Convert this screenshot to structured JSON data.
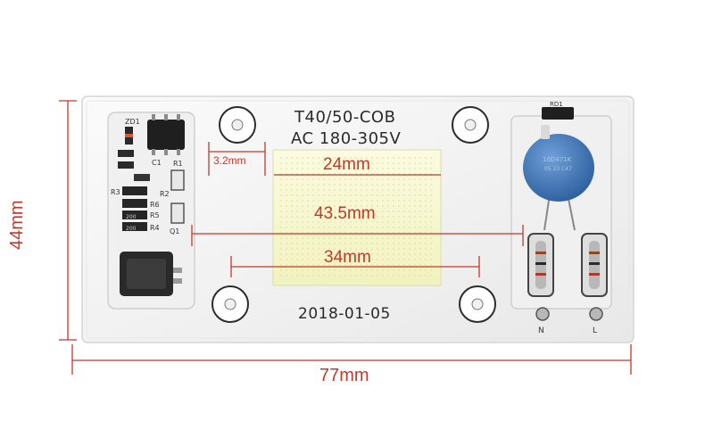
{
  "board": {
    "model": "T40/50-COB",
    "voltage": "AC 180-305V",
    "date": "2018-01-05",
    "varistor_code_1": "10D471K",
    "varistor_code_2": "05 23 C47",
    "terminal_n": "N",
    "terminal_l": "L"
  },
  "dimensions": {
    "height": "44mm",
    "width": "77mm",
    "hole_spacing": "3.2mm",
    "chip_width": "24mm",
    "inner_span": "43.5mm",
    "hole_span": "34mm"
  },
  "components": [
    "ZD1",
    "C1",
    "R1",
    "R3",
    "R6",
    "R5",
    "R4",
    "R2",
    "Q1",
    "RD1",
    "200",
    "200"
  ],
  "colors": {
    "dimension": "#c0392b",
    "board": "#f4f4f4",
    "led_chip": "#f7f7c8",
    "varistor": "#3a6fb0"
  }
}
